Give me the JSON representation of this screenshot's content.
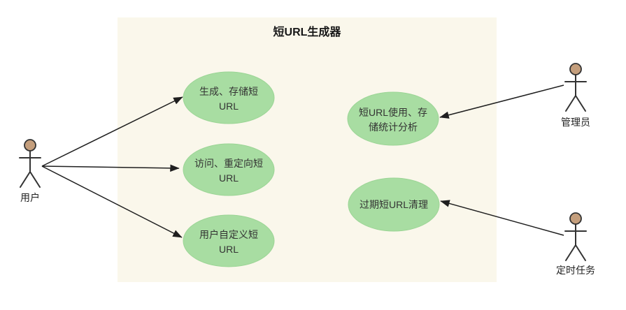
{
  "diagram": {
    "title": "短URL生成器",
    "colors": {
      "boundary_fill": "#faf7eb",
      "usecase_fill": "#a8dda2",
      "actor_head_fill": "#c49e7c",
      "line_color": "#333333",
      "arrow_color": "#1f1f1f"
    },
    "actors": [
      {
        "label": "用户"
      },
      {
        "label": "管理员"
      },
      {
        "label": "定时任务"
      }
    ],
    "usecases": [
      {
        "line1": "生成、存储短",
        "line2": "URL"
      },
      {
        "line1": "访问、重定向短",
        "line2": "URL"
      },
      {
        "line1": "用户自定义短",
        "line2": "URL"
      },
      {
        "line1": "短URL使用、存",
        "line2": "储统计分析"
      },
      {
        "line1": "过期短URL清理",
        "line2": ""
      }
    ],
    "relations": [
      {
        "from": "用户",
        "to": "生成、存储短URL"
      },
      {
        "from": "用户",
        "to": "访问、重定向短URL"
      },
      {
        "from": "用户",
        "to": "用户自定义短URL"
      },
      {
        "from": "管理员",
        "to": "短URL使用、存储统计分析"
      },
      {
        "from": "定时任务",
        "to": "过期短URL清理"
      }
    ]
  }
}
